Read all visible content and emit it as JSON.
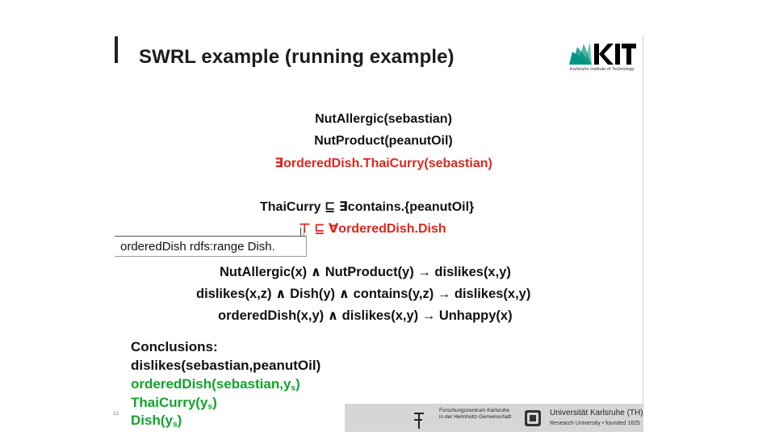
{
  "slide": {
    "title": "SWRL example (running example)",
    "page_number": "13"
  },
  "logo": {
    "name": "KIT",
    "subtitle": "Karlsruhe Institute of Technology"
  },
  "facts": [
    "NutAllergic(sebastian)",
    "NutProduct(peanutOil)",
    "∃orderedDish.ThaiCurry(sebastian)"
  ],
  "axioms": [
    "ThaiCurry ⊑ ∃contains.{peanutOil}",
    "⊤ ⊑ ∀orderedDish.Dish"
  ],
  "rdfs_note": "orderedDish rdfs:range Dish.",
  "rules": [
    "NutAllergic(x) ∧ NutProduct(y) → dislikes(x,y)",
    "dislikes(x,z) ∧ Dish(y) ∧ contains(y,z) → dislikes(x,y)",
    "orderedDish(x,y) ∧ dislikes(x,y) → Unhappy(x)"
  ],
  "conclusions": {
    "heading": "Conclusions:",
    "line1": "dislikes(sebastian,peanutOil)",
    "line2_main": "orderedDish(sebastian,y",
    "line2_sub": "s",
    "line2_end": ")",
    "line3_main": "ThaiCurry(y",
    "line3_sub": "s",
    "line3_end": ")",
    "line4_main": "Dish(y",
    "line4_sub": "s",
    "line4_end": ")"
  },
  "footer": {
    "fzk_line1": "Forschungszentrum Karlsruhe",
    "fzk_line2": "in der Helmholtz-Gemeinschaft",
    "uni_name": "Universität Karlsruhe (TH)",
    "uni_sub": "Research University • founded 1825"
  },
  "colors": {
    "highlight_red": "#e0261d",
    "conclusion_green": "#12a32c",
    "kit_green": "#009682"
  }
}
